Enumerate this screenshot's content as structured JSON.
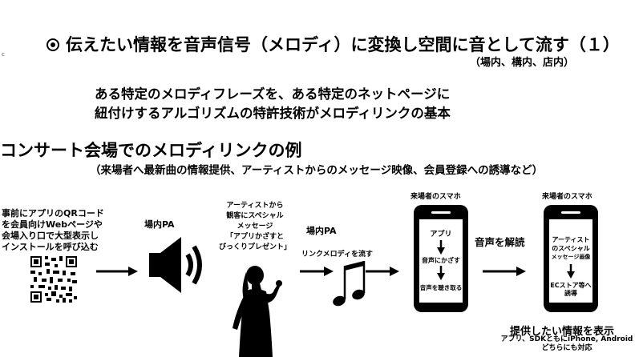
{
  "corner_mark": "c",
  "title": "伝えたい情報を音声信号（メロディ）に変換し空間に音として流す（１）",
  "subtitle": "（場内、構内、店内）",
  "description": [
    "ある特定のメロディフレーズを、ある特定のネットページに",
    "紐付けするアルゴリズムの特許技術がメロディリンクの基本"
  ],
  "section": {
    "title": "コンサート会場でのメロディリンクの例",
    "subtitle": "（来場者へ最新曲の情報提供、アーティストからのメッセージ映像、会員登録への誘導など）"
  },
  "flow": {
    "intro_lines": [
      "事前にアプリのQRコード",
      "を会員向けWebページや",
      "会場入り口で大型表示し",
      "インストールを呼び込む"
    ],
    "pa_label_1": "場内PA",
    "artist_lines": [
      "アーティストから",
      "観客にスペシャル",
      "メッセージ",
      "「アプリかざすと",
      "びっくりプレゼント」"
    ],
    "pa_label_2": "場内PA",
    "melody_label": "リンクメロディを流す",
    "phone1_title": "来場者のスマホ",
    "phone1_steps": [
      "アプリ",
      "音声にかざす",
      "音声を聴き取る"
    ],
    "decode_label": "音声を解読",
    "phone2_title": "来場者のスマホ",
    "phone2_lines": [
      "アーティスト",
      "のスペシャル",
      "メッセージ画像",
      "ECストア等へ",
      "誘導"
    ],
    "result_title": "提供したい情報を表示",
    "result_note_lines": [
      "アプリ、SDKともにiPhone, Android",
      "どちらにも対応"
    ]
  },
  "colors": {
    "text": "#000000",
    "background": "#ffffff"
  },
  "icons": [
    "qr-code-icon",
    "speaker-icon",
    "singer-silhouette-icon",
    "music-note-icon",
    "smartphone-icon",
    "arrow-right-icon",
    "arrow-down-icon"
  ]
}
